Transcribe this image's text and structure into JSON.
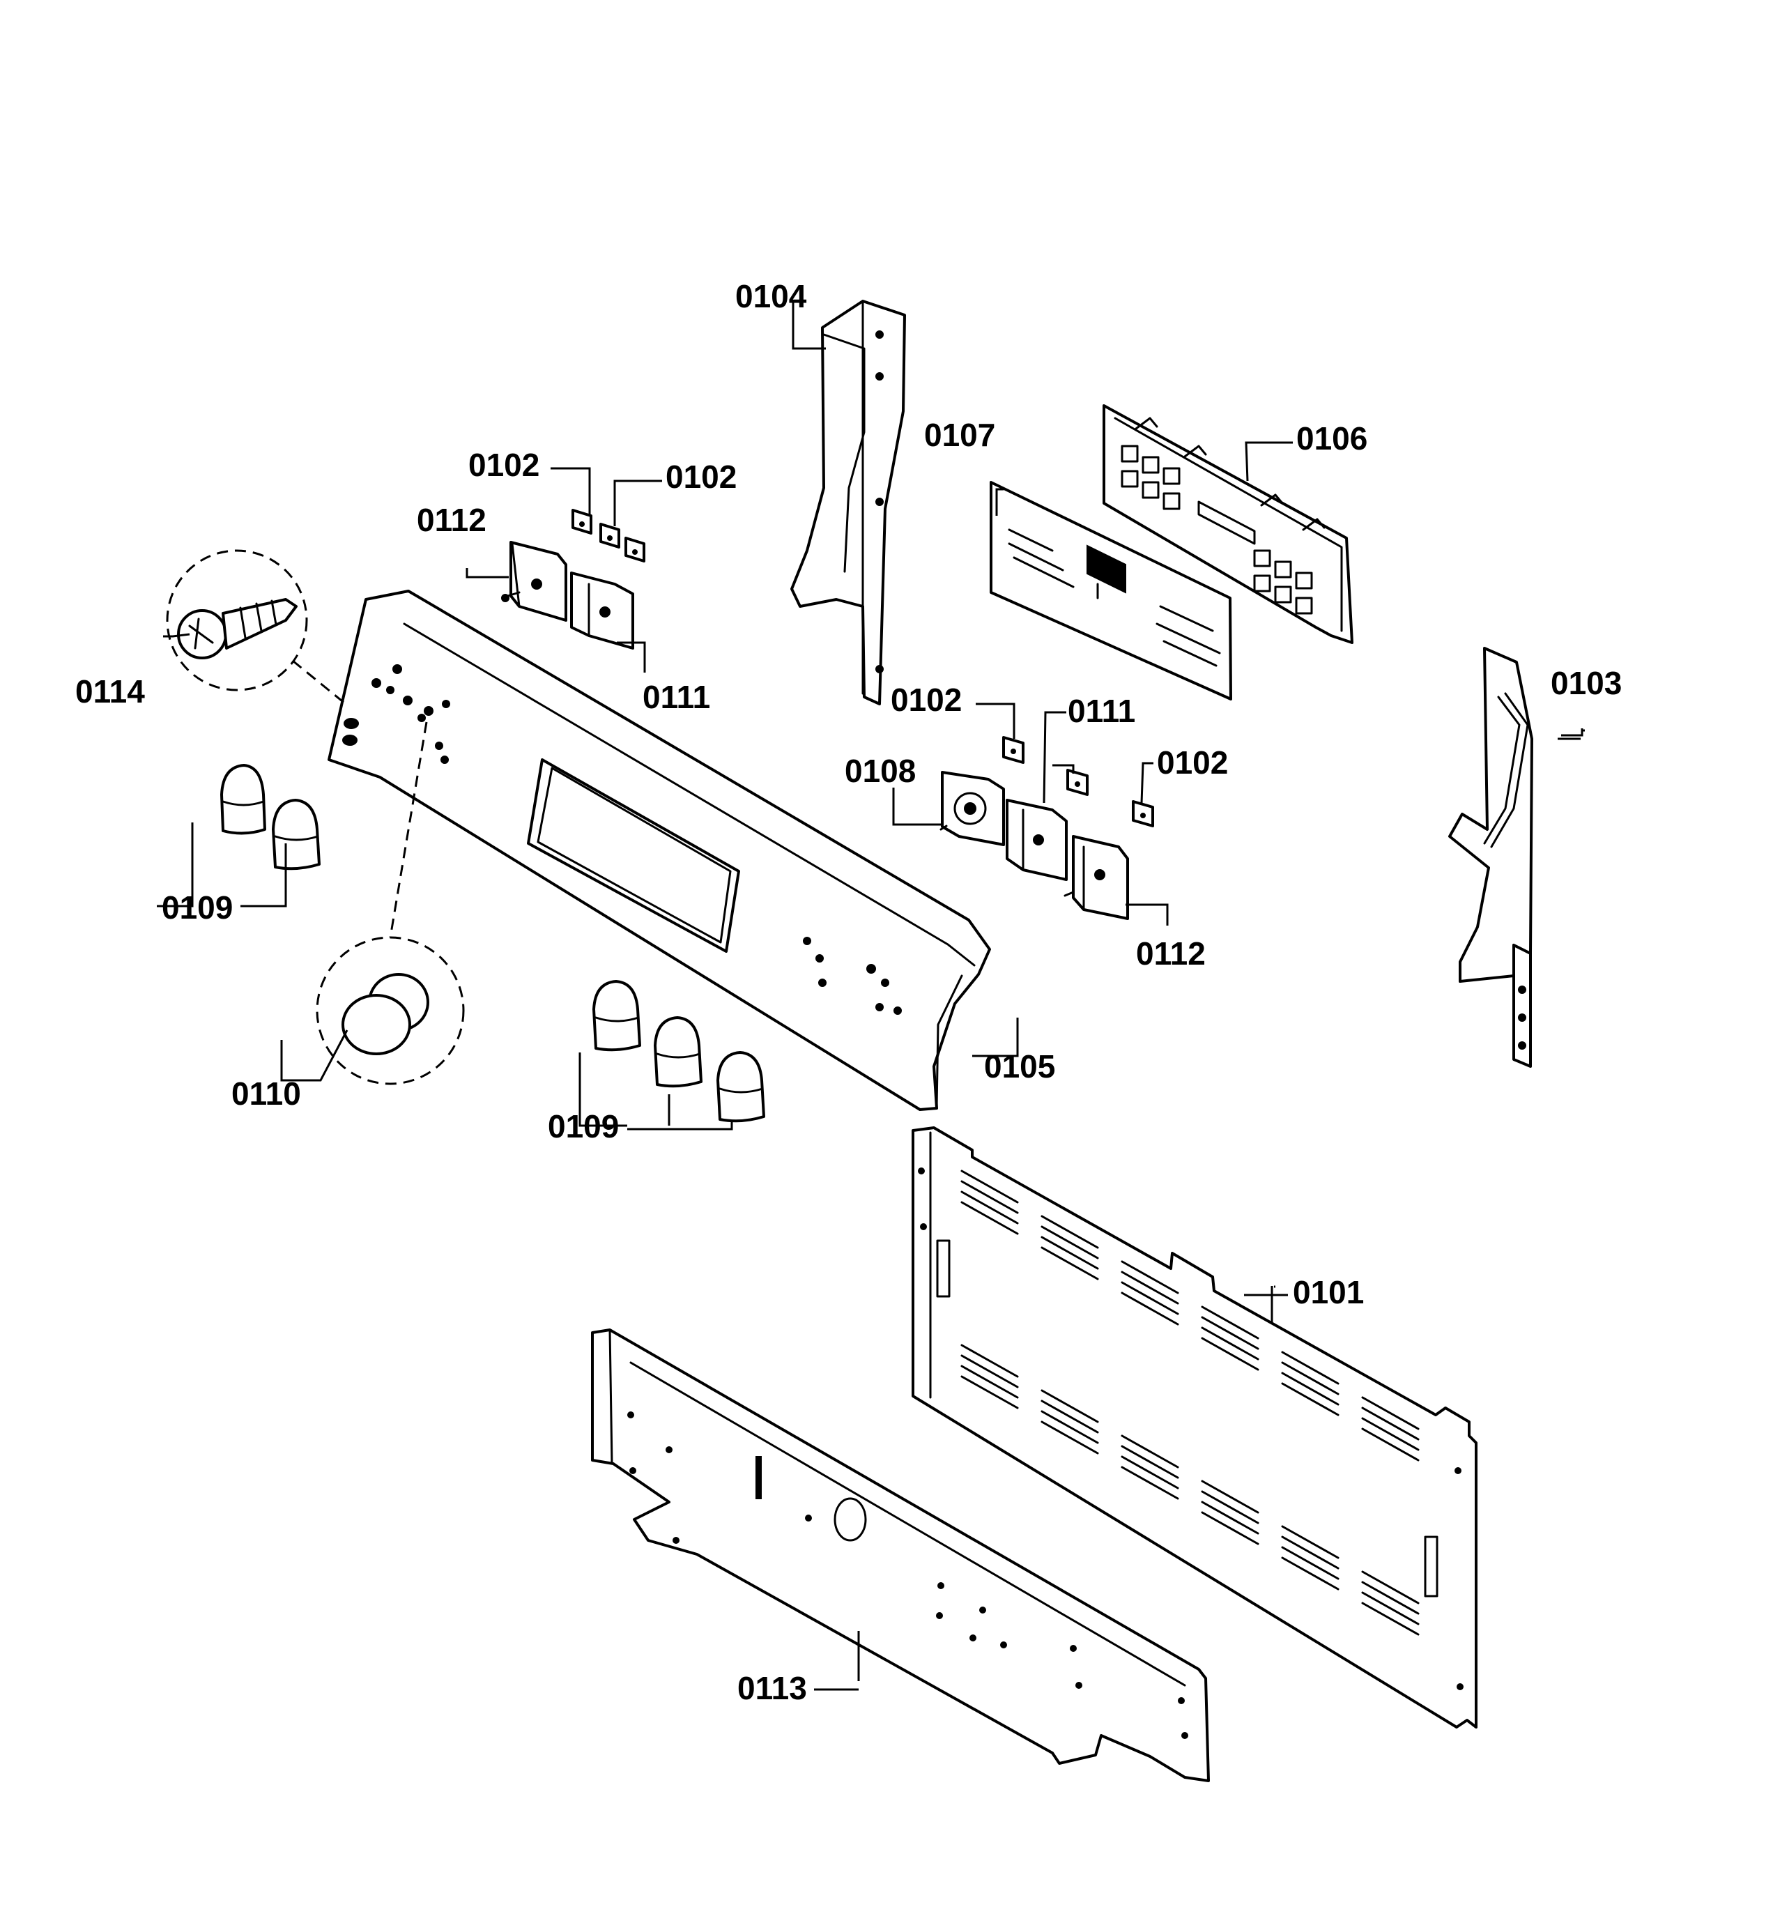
{
  "callouts": {
    "c0101": "0101",
    "c0102": "0102",
    "c0103": "0103",
    "c0104": "0104",
    "c0105": "0105",
    "c0106": "0106",
    "c0107": "0107",
    "c0108": "0108",
    "c0109": "0109",
    "c0110": "0110",
    "c0111": "0111",
    "c0112": "0112",
    "c0113": "0113",
    "c0114": "0114"
  }
}
